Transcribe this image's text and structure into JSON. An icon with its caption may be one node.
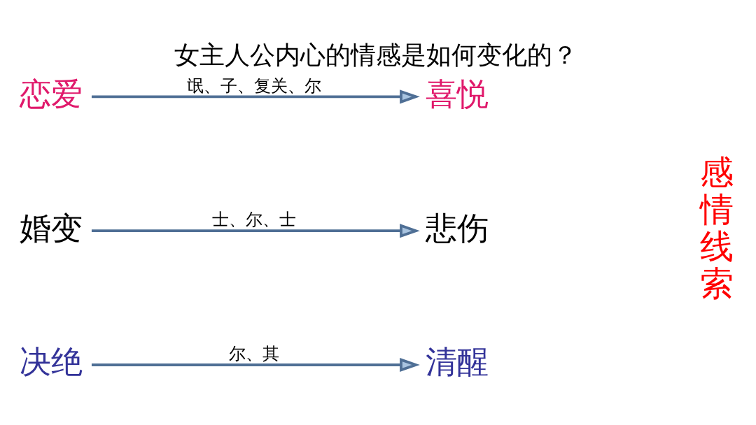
{
  "diagram": {
    "title": "女主人公内心的情感是如何变化的？",
    "nodes": [
      {
        "text": [
          "恋爱"
        ]
      },
      {
        "text": [
          "喜悦"
        ]
      },
      {
        "text": [
          "婚变"
        ]
      },
      {
        "text": [
          "悲伤"
        ]
      },
      {
        "text": [
          "决绝"
        ]
      },
      {
        "text": [
          "清醒"
        ]
      }
    ],
    "edges": [
      {
        "from": 0,
        "to": 1,
        "arrow": "to",
        "label": "氓、子、复关、尔"
      },
      {
        "from": 2,
        "to": 3,
        "arrow": "to",
        "label": "士、尔、士"
      },
      {
        "from": 4,
        "to": 5,
        "arrow": "to",
        "label": "尔、其"
      }
    ],
    "labels": [
      "感情线索"
    ]
  }
}
